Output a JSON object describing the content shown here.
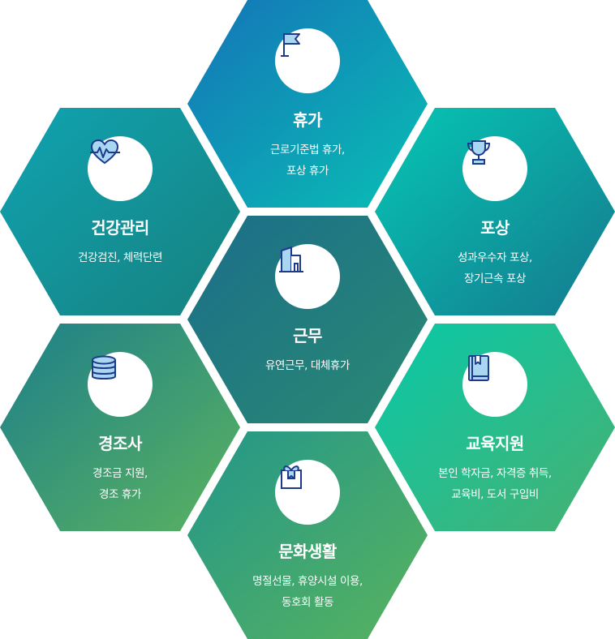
{
  "cells": [
    {
      "id": "vacation",
      "icon": "flag-icon",
      "title": "휴가",
      "lines": [
        "근로기준법 휴가,",
        "포상 휴가"
      ],
      "colors": [
        "#1474b8",
        "#09bfb4"
      ]
    },
    {
      "id": "health",
      "icon": "heartbeat-icon",
      "title": "건강관리",
      "lines": [
        "건강검진, 체력단련"
      ],
      "colors": [
        "#0fa3b1",
        "#17817f"
      ]
    },
    {
      "id": "reward",
      "icon": "trophy-icon",
      "title": "포상",
      "lines": [
        "성과우수자 포상,",
        "장기근속 포상"
      ],
      "colors": [
        "#05c7b4",
        "#15798e"
      ]
    },
    {
      "id": "work",
      "icon": "building-icon",
      "title": "근무",
      "lines": [
        "유연근무, 대체휴가"
      ],
      "colors": [
        "#1b6e8a",
        "#2a8a72"
      ]
    },
    {
      "id": "family",
      "icon": "database-icon",
      "title": "경조사",
      "lines": [
        "경조금 지원,",
        "경조 휴가"
      ],
      "colors": [
        "#1d7f8a",
        "#5bb35f"
      ]
    },
    {
      "id": "education",
      "icon": "book-icon",
      "title": "교육지원",
      "lines": [
        "본인 학자금, 자격증 취득,",
        "교육비, 도서 구입비"
      ],
      "colors": [
        "#08c9a8",
        "#48b071"
      ]
    },
    {
      "id": "culture",
      "icon": "gift-icon",
      "title": "문화생활",
      "lines": [
        "명절선물, 휴양시설 이용,",
        "동호회 활동"
      ],
      "colors": [
        "#22968a",
        "#58b35e"
      ]
    }
  ],
  "icon_color": "#1e3a8a",
  "icon_fill": "#a9d6f0"
}
